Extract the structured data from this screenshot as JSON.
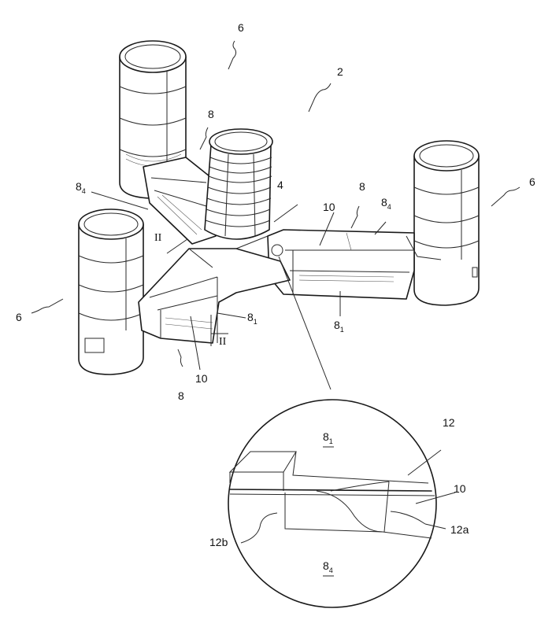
{
  "labels": {
    "ref_2": "2",
    "ref_4": "4",
    "ref_6_top": "6",
    "ref_6_right": "6",
    "ref_6_left": "6",
    "ref_8_top": "8",
    "ref_8_right": "8",
    "ref_8_bottom": "8",
    "ref_8_4_left": "8",
    "ref_8_4_left_sub": "4",
    "ref_8_4_right": "8",
    "ref_8_4_right_sub": "4",
    "ref_8_1_mid": "8",
    "ref_8_1_mid_sub": "1",
    "ref_8_1_right": "8",
    "ref_8_1_right_sub": "1",
    "ref_10_top": "10",
    "ref_10_bottom": "10",
    "section_II_top": "II",
    "section_II_bottom": "II",
    "detail_8_1": "8",
    "detail_8_1_sub": "1",
    "detail_8_4": "8",
    "detail_8_4_sub": "4",
    "detail_12": "12",
    "detail_10": "10",
    "detail_12a": "12a",
    "detail_12b": "12b"
  },
  "colors": {
    "ink": "#1a1a1a",
    "background": "#ffffff"
  }
}
